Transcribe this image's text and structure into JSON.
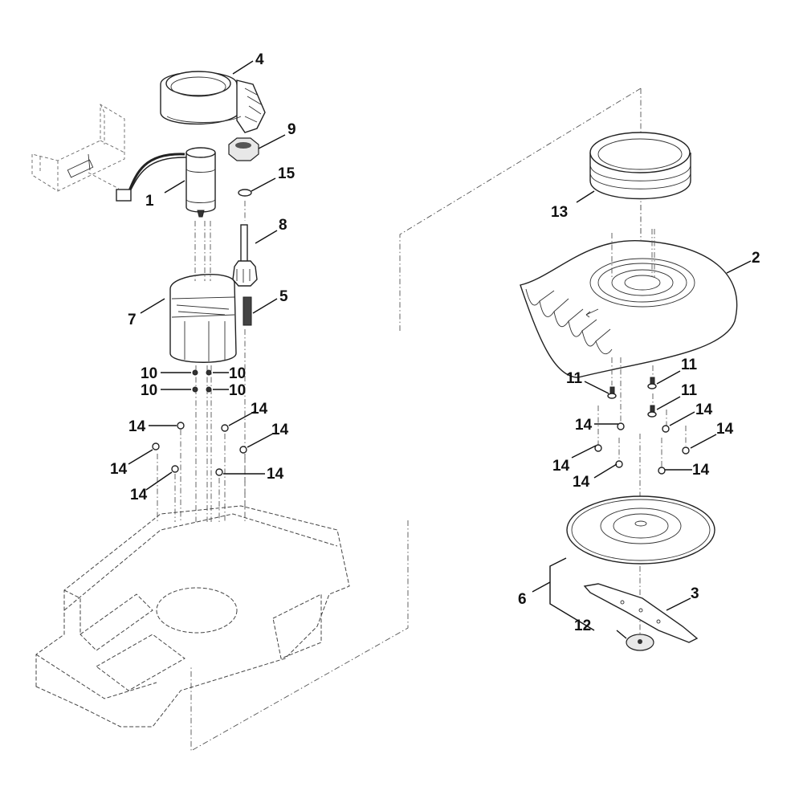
{
  "diagram": {
    "title": "Exploded parts view - cutting motor and blade assembly",
    "callouts": {
      "motor": "1",
      "cover_housing": "2",
      "blade": "3",
      "height_adjust_ring": "4",
      "spring": "5",
      "blade_disc": "6",
      "motor_holder": "7",
      "shaft_gear": "8",
      "gear_nut": "9",
      "screw_10_a": "10",
      "screw_10_b": "10",
      "screw_10_c": "10",
      "screw_10_d": "10",
      "screw_11_a": "11",
      "screw_11_b": "11",
      "screw_11_c": "11",
      "blade_screw_disc": "12",
      "seal_ring": "13",
      "screw_14_l1": "14",
      "screw_14_l2": "14",
      "screw_14_l3": "14",
      "screw_14_l4": "14",
      "screw_14_l5": "14",
      "screw_14_l6": "14",
      "screw_14_r1": "14",
      "screw_14_r2": "14",
      "screw_14_r3": "14",
      "screw_14_r4": "14",
      "screw_14_r5": "14",
      "screw_14_r6": "14",
      "o_ring": "15"
    },
    "colors": {
      "line": "#222222",
      "background": "#ffffff"
    }
  }
}
